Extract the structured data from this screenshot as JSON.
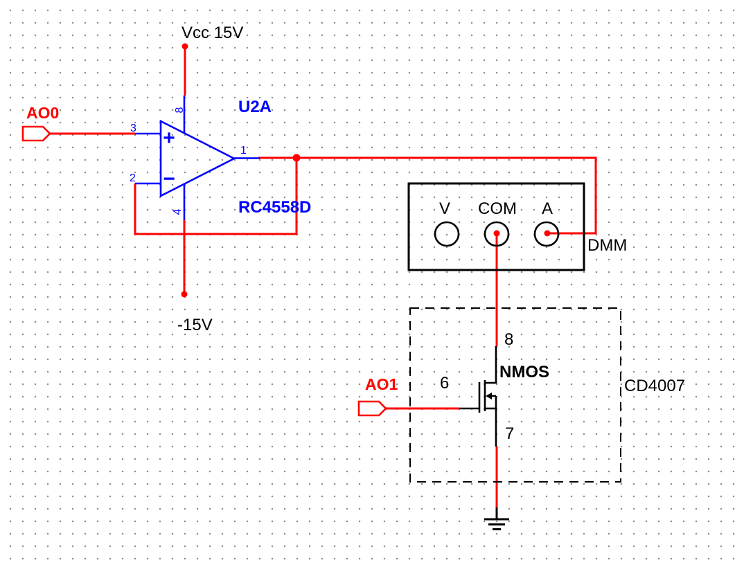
{
  "colors": {
    "wire-red": "#ff0000",
    "symbol-blue": "#0000ff",
    "ink-black": "#000000",
    "grid-dot": "#8b8b8b",
    "canvas-bg": "#ffffff"
  },
  "power": {
    "vcc_label": "Vcc 15V",
    "vee_label": "-15V"
  },
  "connectors": {
    "ao0": "AO0",
    "ao1": "AO1"
  },
  "opamp": {
    "refdes": "U2A",
    "part": "RC4558D",
    "plus_sign": "+",
    "minus_sign": "−",
    "pin_noninverting": "3",
    "pin_inverting": "2",
    "pin_output": "1",
    "pin_vplus": "8",
    "pin_vminus": "4"
  },
  "dmm": {
    "label": "DMM",
    "terminal_v": "V",
    "terminal_com": "COM",
    "terminal_a": "A"
  },
  "cd4007": {
    "label": "CD4007",
    "device_label": "NMOS",
    "pin_drain": "8",
    "pin_gate": "6",
    "pin_source": "7"
  }
}
